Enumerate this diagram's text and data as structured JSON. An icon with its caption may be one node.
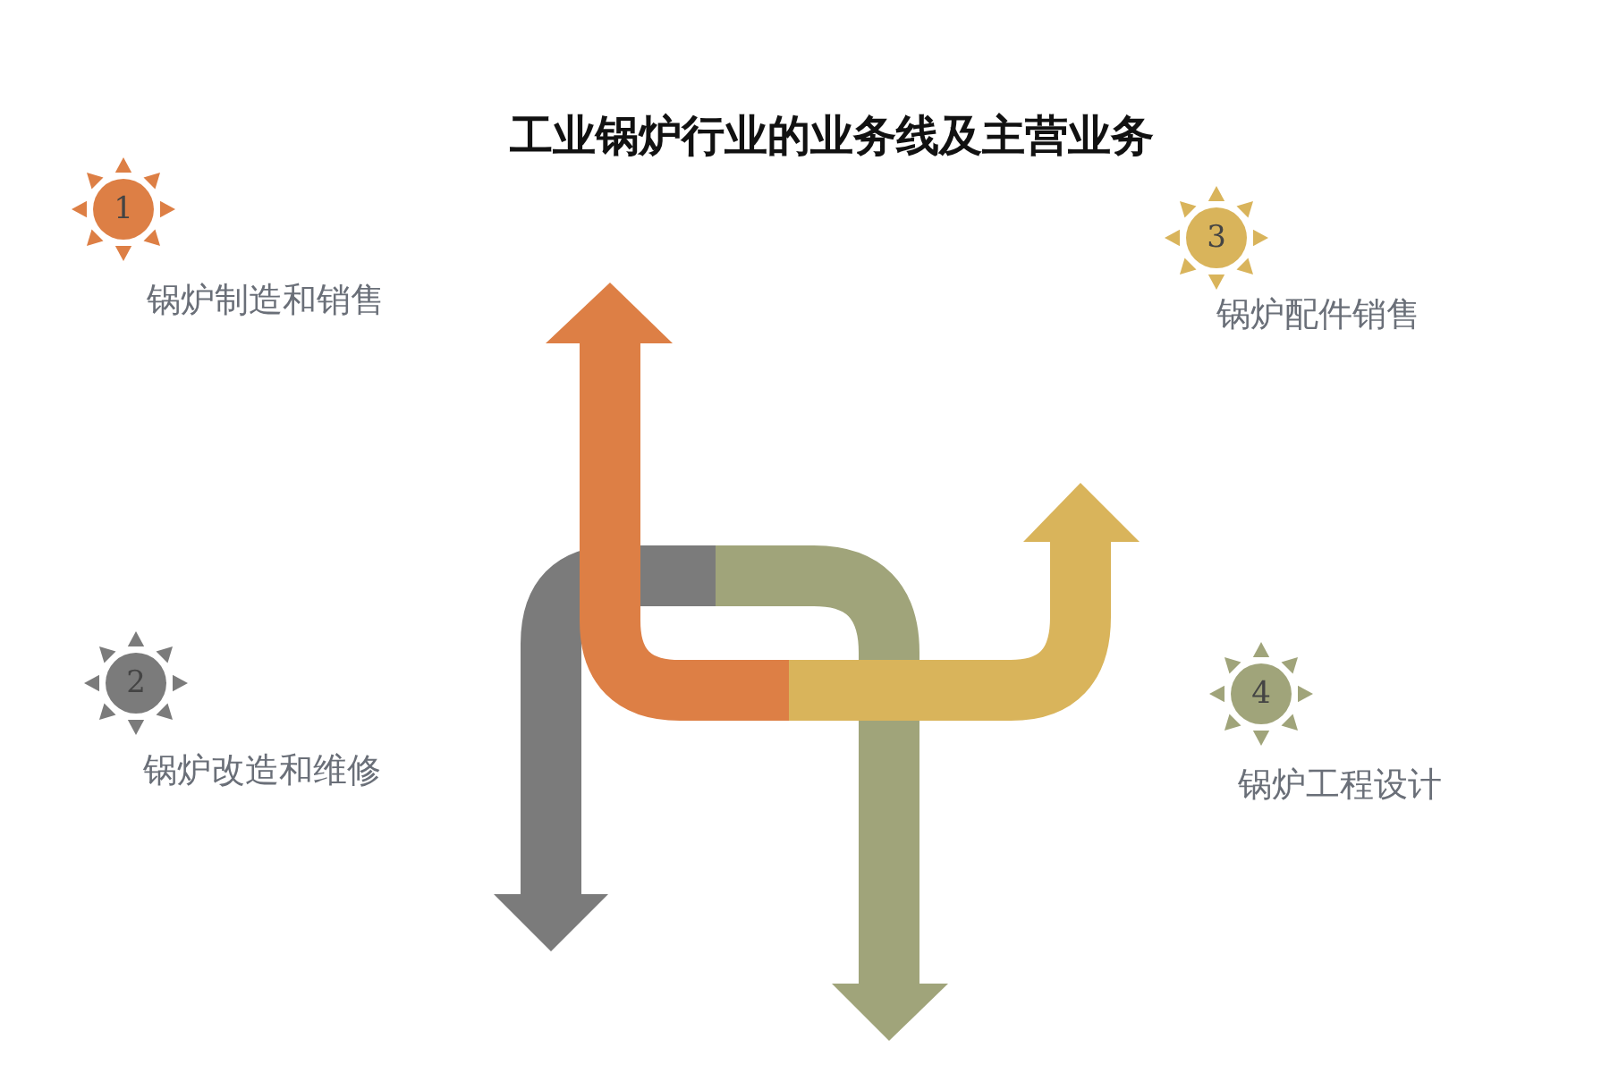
{
  "diagram": {
    "title": "工业锅炉行业的业务线及主营业务",
    "nodes": [
      {
        "text": [
          "1"
        ],
        "beside": [
          "锅炉制造和销售"
        ]
      },
      {
        "text": [
          "2"
        ],
        "beside": [
          "锅炉改造和维修"
        ]
      },
      {
        "text": [
          "3"
        ],
        "beside": [
          "锅炉配件销售"
        ]
      },
      {
        "text": [
          "4"
        ],
        "beside": [
          "锅炉工程设计"
        ]
      }
    ]
  }
}
